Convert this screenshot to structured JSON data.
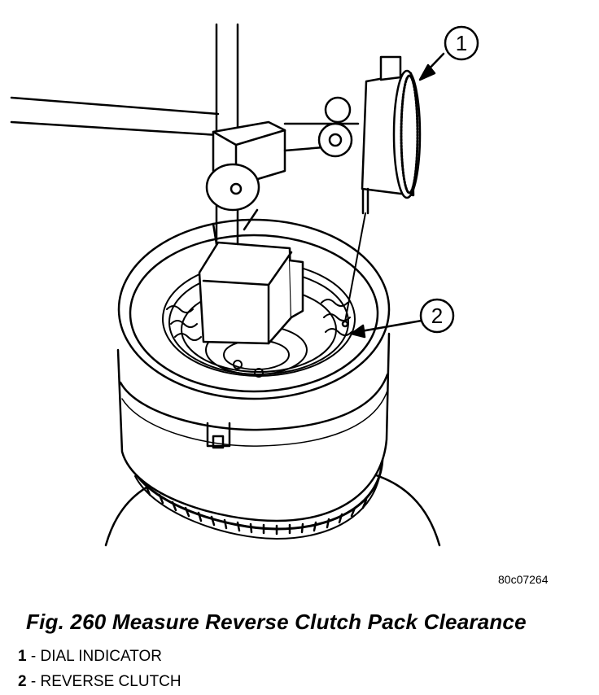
{
  "callouts": [
    {
      "number": "1"
    },
    {
      "number": "2"
    }
  ],
  "figure_code": "80c07264",
  "caption": "Fig. 260 Measure Reverse Clutch Pack Clearance",
  "legend": [
    {
      "number": "1",
      "sep": " - ",
      "label": "DIAL INDICATOR"
    },
    {
      "number": "2",
      "sep": " - ",
      "label": "REVERSE CLUTCH"
    }
  ]
}
